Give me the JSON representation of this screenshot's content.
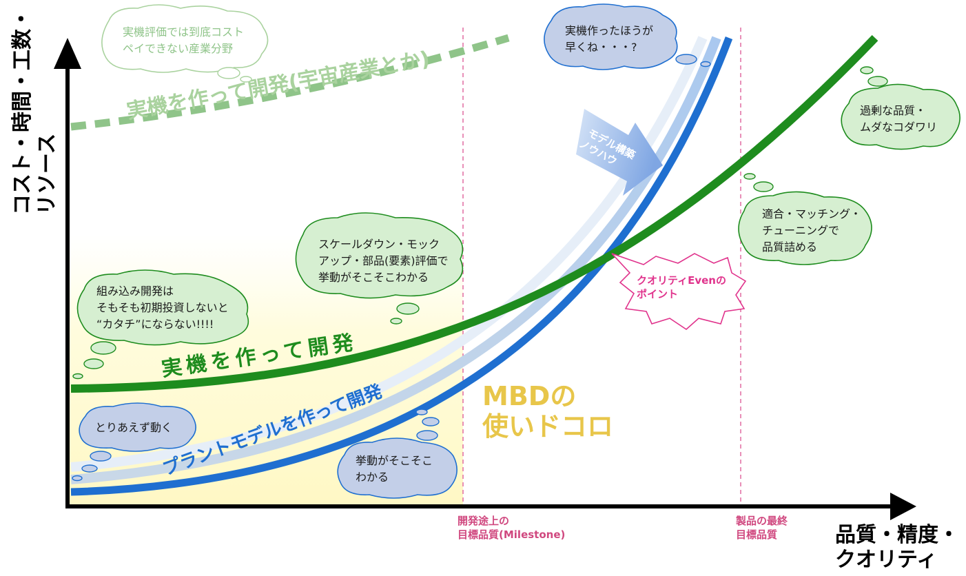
{
  "axes": {
    "y_label_lines": [
      "コスト・時間・工数・",
      "リソース"
    ],
    "x_label_lines": [
      "品質・精度・",
      "クオリティ"
    ]
  },
  "milestones": {
    "mid_lines": [
      "開発途上の",
      "目標品質(Milestone)"
    ],
    "final_lines": [
      "製品の最終",
      "目標品質"
    ]
  },
  "curves": {
    "real_space": "実機を作って開発(宇宙産業とか)",
    "real": "実機を作って開発",
    "plant": "プラントモデルを作って開発"
  },
  "region": {
    "mbd_lines": [
      "MBDの",
      "使いドコロ"
    ]
  },
  "arrow": {
    "lines": [
      "モデル構築",
      "ノウハウ"
    ]
  },
  "point": {
    "lines": [
      "クオリティEvenの",
      "ポイント"
    ]
  },
  "bubbles": {
    "space": [
      "実機評価では到底コスト",
      "ペイできない産業分野"
    ],
    "model_fast": [
      "実機作ったほうが",
      "早くね・・・?"
    ],
    "overquality": [
      "過剰な品質・",
      "ムダなコダワリ"
    ],
    "tuning": [
      "適合・マッチング・",
      "チューニングで",
      "品質詰める"
    ],
    "scaledown": [
      "スケールダウン・モック",
      "アップ・部品(要素)評価で",
      "挙動がそこそこわかる"
    ],
    "embedded": [
      "組み込み開発は",
      "そもそも初期投資しないと",
      "“カタチ”にならない!!!!"
    ],
    "move": [
      "とりあえず動く"
    ],
    "behavior": [
      "挙動がそこそこ",
      "わかる"
    ]
  },
  "colors": {
    "green": "#1e8c1e",
    "blue": "#1f6fd0",
    "light_blue": "#a8c8ee",
    "dashed_green": "#8fc489",
    "pink": "#e0338c",
    "green_bubble": "#d6efd1",
    "blue_bubble": "#c3cfe8",
    "mbd_yellow": "#e8c64a"
  }
}
